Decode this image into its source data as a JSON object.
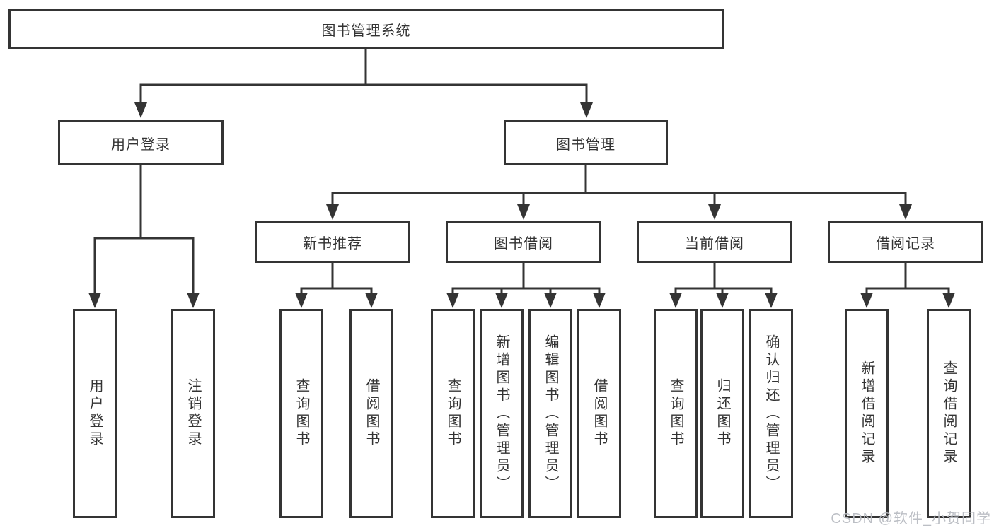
{
  "colors": {
    "line": "#343434",
    "box_border": "#343434",
    "text": "#333333",
    "background": "#ffffff",
    "watermark": "#b8bcc2"
  },
  "watermark": "CSDN @软件_小贺同学",
  "tree": {
    "root": {
      "label": "图书管理系统"
    },
    "branches": [
      {
        "label": "用户登录",
        "children": [
          {
            "label": "用户登录"
          },
          {
            "label": "注销登录"
          }
        ]
      },
      {
        "label": "图书管理",
        "children": [
          {
            "label": "新书推荐",
            "children": [
              {
                "label": "查询图书"
              },
              {
                "label": "借阅图书"
              }
            ]
          },
          {
            "label": "图书借阅",
            "children": [
              {
                "label": "查询图书"
              },
              {
                "label": "新增图书（管理员）"
              },
              {
                "label": "编辑图书（管理员）"
              },
              {
                "label": "借阅图书"
              }
            ]
          },
          {
            "label": "当前借阅",
            "children": [
              {
                "label": "查询图书"
              },
              {
                "label": "归还图书"
              },
              {
                "label": "确认归还（管理员）"
              }
            ]
          },
          {
            "label": "借阅记录",
            "children": [
              {
                "label": "新增借阅记录"
              },
              {
                "label": "查询借阅记录"
              }
            ]
          }
        ]
      }
    ]
  }
}
